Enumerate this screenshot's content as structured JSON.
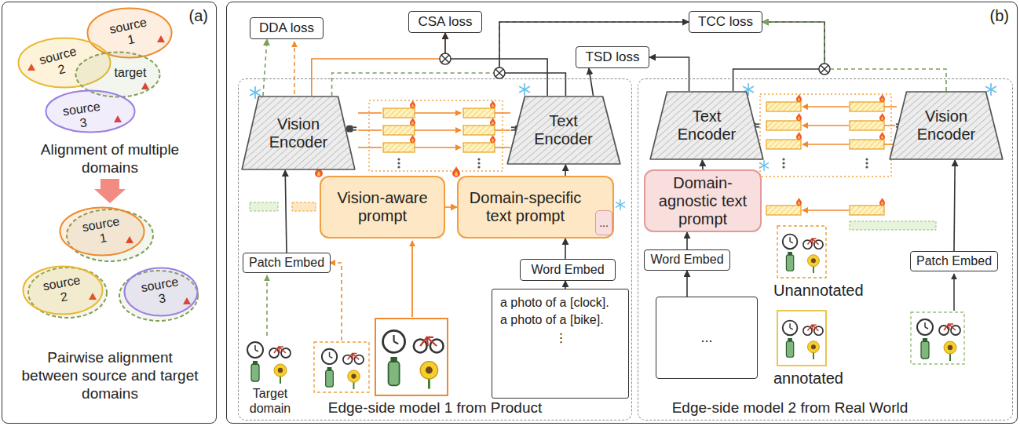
{
  "diagram": {
    "nodes": [
      {
        "text": [
          "(a)"
        ]
      },
      {
        "text": [
          "source 1"
        ],
        "in": 0
      },
      {
        "text": [
          "source 2"
        ],
        "in": 0
      },
      {
        "text": [
          "target"
        ],
        "in": 0
      },
      {
        "text": [
          "source 3"
        ],
        "in": 0
      },
      {
        "text": [
          "source 1"
        ],
        "in": 0
      },
      {
        "text": [
          "source 2"
        ],
        "in": 0
      },
      {
        "text": [
          "source 3"
        ],
        "in": 0
      },
      {
        "text": [
          "(b)"
        ]
      },
      {
        "text": [
          "DDA loss"
        ],
        "in": 8
      },
      {
        "text": [
          "CSA loss"
        ],
        "in": 8
      },
      {
        "text": [
          "TCC loss"
        ],
        "in": 8
      },
      {
        "text": [
          "TSD loss"
        ],
        "in": 8
      },
      {
        "text": [
          "Edge-side model 1 from Product"
        ],
        "in": 8
      },
      {
        "text": [
          "Vision Encoder"
        ],
        "in": 13
      },
      {
        "text": [
          "Text Encoder"
        ],
        "in": 13
      },
      {
        "text": [
          "Vision-aware prompt"
        ],
        "in": 13
      },
      {
        "text": [
          "Domain-specific text prompt"
        ],
        "in": 13
      },
      {
        "text": [
          "..."
        ],
        "in": 17
      },
      {
        "text": [
          "Patch Embed"
        ],
        "in": 13
      },
      {
        "text": [
          "Word Embed"
        ],
        "in": 13
      },
      {
        "text": [
          "a photo of a [clock].",
          "a photo of a [bike].",
          "⋮"
        ],
        "in": 13
      },
      {
        "text": [
          "Edge-side model 2 from Real World"
        ],
        "in": 8
      },
      {
        "text": [
          "Text Encoder"
        ],
        "in": 22
      },
      {
        "text": [
          "Vision Encoder"
        ],
        "in": 22
      },
      {
        "text": [
          "Domain-agnostic text prompt"
        ],
        "in": 22
      },
      {
        "text": [
          "Word Embed"
        ],
        "in": 22
      },
      {
        "text": [
          "..."
        ],
        "in": 22
      },
      {
        "text": [
          "Patch Embed"
        ],
        "in": 22
      }
    ],
    "edges": [
      {
        "from": 14,
        "to": 9,
        "arrow": "to"
      },
      {
        "from": 14,
        "to": 10,
        "arrow": "to"
      },
      {
        "from": 15,
        "to": 10,
        "arrow": "to"
      },
      {
        "from": 15,
        "to": 12,
        "arrow": "to"
      },
      {
        "from": 23,
        "to": 12,
        "arrow": "to"
      },
      {
        "from": 14,
        "to": 11,
        "arrow": "to"
      },
      {
        "from": 15,
        "to": 11,
        "arrow": "to"
      },
      {
        "from": 23,
        "to": 11,
        "arrow": "to"
      },
      {
        "from": 24,
        "to": 11,
        "arrow": "to"
      },
      {
        "from": 19,
        "to": 14,
        "arrow": "to"
      },
      {
        "from": 16,
        "to": 17,
        "arrow": "to"
      },
      {
        "from": 17,
        "to": 15,
        "arrow": "to"
      },
      {
        "from": 20,
        "to": 17,
        "arrow": "to"
      },
      {
        "from": 21,
        "to": 20,
        "arrow": "to"
      },
      {
        "from": 26,
        "to": 25,
        "arrow": "to"
      },
      {
        "from": 27,
        "to": 26,
        "arrow": "to"
      },
      {
        "from": 25,
        "to": 23,
        "arrow": "to"
      },
      {
        "from": 28,
        "to": 24,
        "arrow": "to"
      }
    ],
    "labels": [
      "Alignment of multiple domains",
      "Pairwise alignment between source and target domains",
      "Target domain",
      "Unannotated",
      "annotated"
    ]
  }
}
